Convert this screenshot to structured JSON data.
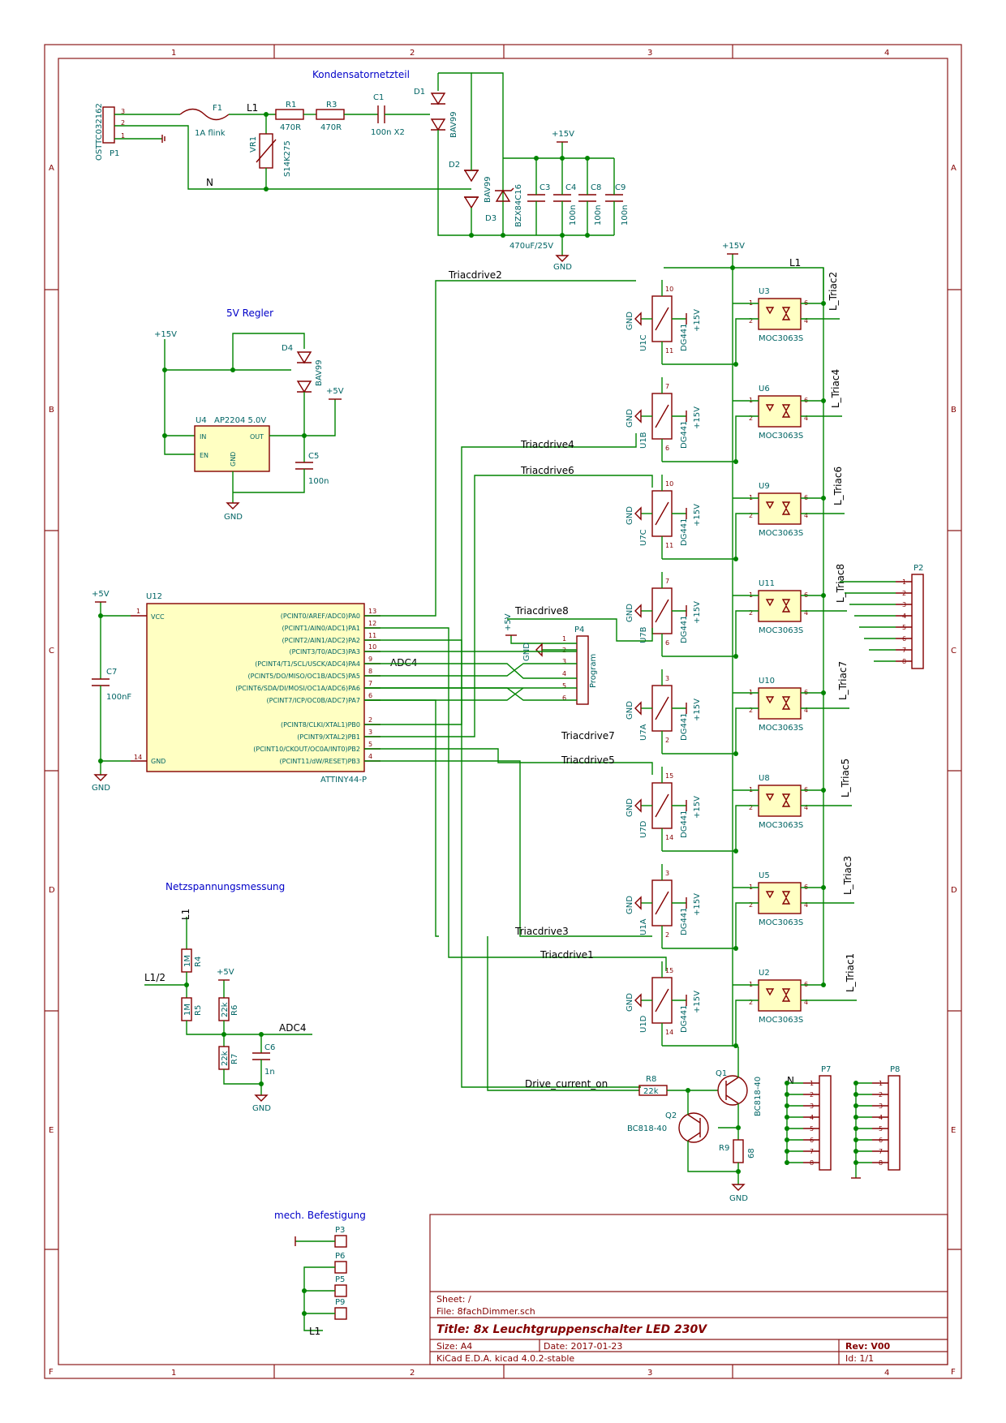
{
  "sheet": {
    "col_labels": [
      "1",
      "2",
      "3",
      "4"
    ],
    "row_labels": [
      "A",
      "B",
      "C",
      "D",
      "E",
      "F"
    ]
  },
  "sections": {
    "power": "Kondensatornetzteil",
    "regler": "5V Regler",
    "mains": "Netzspannungsmessung",
    "mech": "mech. Befestigung"
  },
  "title_block": {
    "sheet": "Sheet: /",
    "file": "File: 8fachDimmer.sch",
    "title": "Title: 8x Leuchtgruppenschalter LED 230V",
    "size": "Size: A4",
    "date": "Date: 2017-01-23",
    "rev": "Rev: V00",
    "tool": "KiCad E.D.A.  kicad 4.0.2-stable",
    "id": "Id: 1/1"
  },
  "power_supply": {
    "p1_ref": "P1",
    "p1_val": "OSTTC032162",
    "f1_ref": "F1",
    "f1_val": "1A flink",
    "l1": "L1",
    "n": "N",
    "vr1_ref": "VR1",
    "vr1_val": "S14K275",
    "r1_ref": "R1",
    "r1_val": "470R",
    "r3_ref": "R3",
    "r3_val": "470R",
    "c1_ref": "C1",
    "c1_val": "100n X2",
    "d1_ref": "D1",
    "d1_val": "BAV99",
    "d2_ref": "D2",
    "d2_val": "BAV99",
    "d3_ref": "D3",
    "d3_val": "BZX84C16",
    "c3_ref": "C3",
    "c3_val": "470uF/25V",
    "c4_ref": "C4",
    "c4_val": "100n",
    "c8_ref": "C8",
    "c8_val": "100n",
    "c9_ref": "C9",
    "c9_val": "100n",
    "v15": "+15V",
    "gnd": "GND"
  },
  "regulator": {
    "v15": "+15V",
    "v5": "+5V",
    "d4_ref": "D4",
    "d4_val": "BAV99",
    "u4_ref": "U4",
    "u4_val": "AP2204 5.0V",
    "in": "IN",
    "en": "EN",
    "out": "OUT",
    "gndpin": "GND",
    "c5_ref": "C5",
    "c5_val": "100n",
    "gnd": "GND"
  },
  "mcu": {
    "ref": "U12",
    "val": "ATTINY44-P",
    "vcc": "VCC",
    "gndpin": "GND",
    "pins_right": [
      {
        "num": "13",
        "name": "(PCINT0/AREF/ADC0)PA0"
      },
      {
        "num": "12",
        "name": "(PCINT1/AIN0/ADC1)PA1"
      },
      {
        "num": "11",
        "name": "(PCINT2/AIN1/ADC2)PA2"
      },
      {
        "num": "10",
        "name": "(PCINT3/T0/ADC3)PA3"
      },
      {
        "num": "9",
        "name": "(PCINT4/T1/SCL/USCK/ADC4)PA4"
      },
      {
        "num": "8",
        "name": "(PCINT5/DO/MISO/OC1B/ADC5)PA5"
      },
      {
        "num": "7",
        "name": "(PCINT6/SDA/DI/MOSI/OC1A/ADC6)PA6"
      },
      {
        "num": "6",
        "name": "(PCINT7/ICP/OC0B/ADC7)PA7"
      },
      {
        "num": "2",
        "name": "(PCINT8/CLKI/XTAL1)PB0"
      },
      {
        "num": "3",
        "name": "(PCINT9/XTAL2)PB1"
      },
      {
        "num": "5",
        "name": "(PCINT10/CKOUT/OC0A/INT0)PB2"
      },
      {
        "num": "4",
        "name": "(PCINT11/dW/RESET)PB3"
      }
    ],
    "c7_ref": "C7",
    "c7_val": "100nF",
    "v5": "+5V",
    "gnd": "GND",
    "adc4": "ADC4"
  },
  "program": {
    "ref": "P4",
    "val": "Program",
    "v5": "+5V",
    "gnd": "GND"
  },
  "nets": {
    "triacdrive": [
      "Triacdrive2",
      "Triacdrive4",
      "Triacdrive6",
      "Triacdrive8",
      "Triacdrive7",
      "Triacdrive5",
      "Triacdrive3",
      "Triacdrive1"
    ],
    "drive_current_on": "Drive_current_on",
    "l_triac": [
      "L_Triac2",
      "L_Triac4",
      "L_Triac6",
      "L_Triac8",
      "L_Triac7",
      "L_Triac5",
      "L_Triac3",
      "L_Triac1"
    ],
    "l1": "L1",
    "v15": "+15V"
  },
  "switches": [
    {
      "ref": "U1C",
      "val": "DG441",
      "top_pin": "10",
      "bot_pin": "11"
    },
    {
      "ref": "U1B",
      "val": "DG441",
      "top_pin": "7",
      "bot_pin": "6"
    },
    {
      "ref": "U7C",
      "val": "DG441",
      "top_pin": "10",
      "bot_pin": "11"
    },
    {
      "ref": "U7B",
      "val": "DG441",
      "top_pin": "7",
      "bot_pin": "6"
    },
    {
      "ref": "U7A",
      "val": "DG441",
      "top_pin": "3",
      "bot_pin": "2"
    },
    {
      "ref": "U7D",
      "val": "DG441",
      "top_pin": "15",
      "bot_pin": "14"
    },
    {
      "ref": "U1A",
      "val": "DG441",
      "top_pin": "3",
      "bot_pin": "2"
    },
    {
      "ref": "U1D",
      "val": "DG441",
      "top_pin": "15",
      "bot_pin": "14"
    }
  ],
  "opto": [
    {
      "ref": "U3",
      "val": "MOC3063S"
    },
    {
      "ref": "U6",
      "val": "MOC3063S"
    },
    {
      "ref": "U9",
      "val": "MOC3063S"
    },
    {
      "ref": "U11",
      "val": "MOC3063S"
    },
    {
      "ref": "U10",
      "val": "MOC3063S"
    },
    {
      "ref": "U8",
      "val": "MOC3063S"
    },
    {
      "ref": "U5",
      "val": "MOC3063S"
    },
    {
      "ref": "U2",
      "val": "MOC3063S"
    }
  ],
  "p2": {
    "ref": "P2",
    "pins": [
      "1",
      "2",
      "3",
      "4",
      "5",
      "6",
      "7",
      "8"
    ]
  },
  "p7": {
    "ref": "P7",
    "pins": [
      "1",
      "2",
      "3",
      "4",
      "5",
      "6",
      "7",
      "8"
    ],
    "n": "N"
  },
  "p8": {
    "ref": "P8",
    "pins": [
      "1",
      "2",
      "3",
      "4",
      "5",
      "6",
      "7",
      "8"
    ]
  },
  "mains": {
    "l1": "L1",
    "l1_2": "L1/2",
    "adc4": "ADC4",
    "v5": "+5V",
    "gnd": "GND",
    "r4": "R4",
    "r4_val": "1M",
    "r5": "R5",
    "r5_val": "1M",
    "r6": "R6",
    "r6_val": "22k",
    "r7": "R7",
    "r7_val": "22k",
    "c6": "C6",
    "c6_val": "1n"
  },
  "driver": {
    "r8": "R8",
    "r8_val": "22k",
    "q1": "Q1",
    "q1_val": "BC818-40",
    "q2": "Q2",
    "q2_val": "BC818-40",
    "r9": "R9",
    "r9_val": "68",
    "gnd": "GND"
  },
  "mech": {
    "p3": "P3",
    "p6": "P6",
    "p5": "P5",
    "p9": "P9",
    "l1": "L1"
  }
}
